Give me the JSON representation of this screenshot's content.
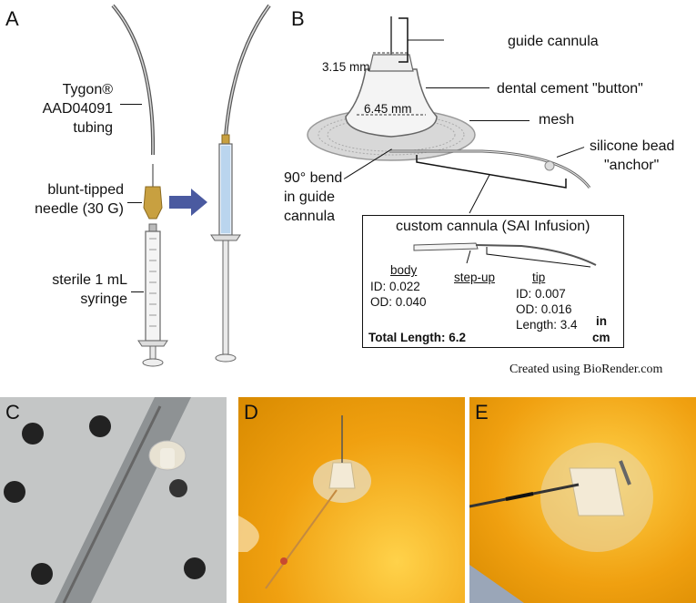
{
  "panels": {
    "A": "A",
    "B": "B",
    "C": "C",
    "D": "D",
    "E": "E"
  },
  "panelA": {
    "tubing_line1": "Tygon®",
    "tubing_line2": "AAD04091",
    "tubing_line3": "tubing",
    "needle_line1": "blunt-tipped",
    "needle_line2": "needle (30 G)",
    "syringe_line1": "sterile 1 mL",
    "syringe_line2": "syringe"
  },
  "panelB": {
    "guide_cannula": "guide cannula",
    "dim_top": "3.15 mm",
    "dim_base": "6.45 mm",
    "button": "dental cement \"button\"",
    "mesh": "mesh",
    "bead_line1": "silicone bead",
    "bead_line2": "\"anchor\"",
    "bend_line1": "90° bend",
    "bend_line2": "in guide",
    "bend_line3": "cannula",
    "inset": {
      "title": "custom cannula (SAI Infusion)",
      "body": "body",
      "body_id": "ID:  0.022",
      "body_od": "OD: 0.040",
      "stepup": "step-up",
      "tip": "tip",
      "tip_id": "ID:  0.007",
      "tip_od": "OD: 0.016",
      "tip_len": "Length: 3.4",
      "unit_in": "in",
      "unit_cm": "cm",
      "total": "Total Length: 6.2"
    }
  },
  "credit": "Created using BioRender.com",
  "colors": {
    "accent_arrow": "#4a5aa0",
    "photo_bg_orange": "#f0a010",
    "needle_hub": "#c8a040"
  }
}
